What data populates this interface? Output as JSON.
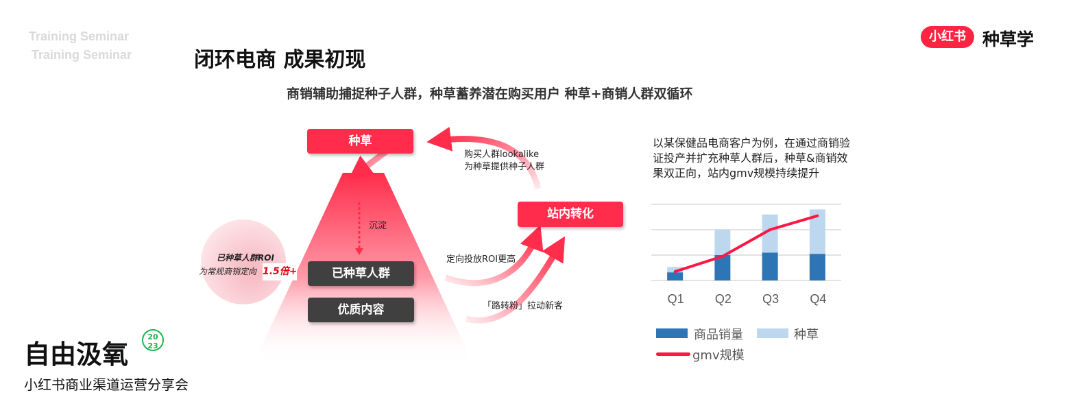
{
  "header": {
    "watermark_lines": [
      "Training Seminar",
      "Training Seminar"
    ],
    "title": "闭环电商 成果初现",
    "subtitle": "商销辅助捕捉种子人群，种草蓄养潜在购买用户  种草+商销人群双循环",
    "logo_pill": "小红书",
    "logo_text": "种草学"
  },
  "diagram": {
    "seed_box": "种草",
    "settle_label": "沉淀",
    "seeded_crowd_box": "已种草人群",
    "quality_content_box": "优质内容",
    "conversion_box": "站内转化",
    "lookalike_lines": [
      "购买人群lookalike",
      "为种草提供种子人群"
    ],
    "roi_label": "定向投放ROI更高",
    "fans_label": "「路转粉」拉动新客",
    "roi_bubble": {
      "line1": "已种草人群ROI",
      "line2": "为常规商销定向",
      "value": "1.5倍+"
    },
    "colors": {
      "accent": "#ff2d4b",
      "dark_box": "#404040"
    }
  },
  "chart_note": "以某保健品电商客户为例，在通过商销验证投产并扩充种草人群后，种草&商销效果双正向，站内gmv规模持续提升",
  "chart_data": {
    "type": "bar",
    "stacked": true,
    "categories": [
      "Q1",
      "Q2",
      "Q3",
      "Q4"
    ],
    "series": [
      {
        "name": "商品销量",
        "type": "bar",
        "color": "#2e75b6",
        "values": [
          0.32,
          1.0,
          1.1,
          1.05
        ]
      },
      {
        "name": "种草",
        "type": "bar",
        "color": "#bdd7ee",
        "values": [
          0.21,
          1.0,
          1.5,
          1.75
        ]
      },
      {
        "name": "gmv规模",
        "type": "line",
        "color": "#ff1744",
        "values": [
          0.35,
          0.95,
          2.0,
          2.55
        ]
      }
    ],
    "ylim": [
      0,
      3
    ],
    "grid": true,
    "y_tick_labels_shown": false,
    "legend_placement": "bottom"
  },
  "footer": {
    "brand": "自由汲氧",
    "badge_year": [
      "20",
      "23"
    ],
    "brand_sub": "小红书商业渠道运营分享会",
    "badge_color": "#22b14c"
  }
}
